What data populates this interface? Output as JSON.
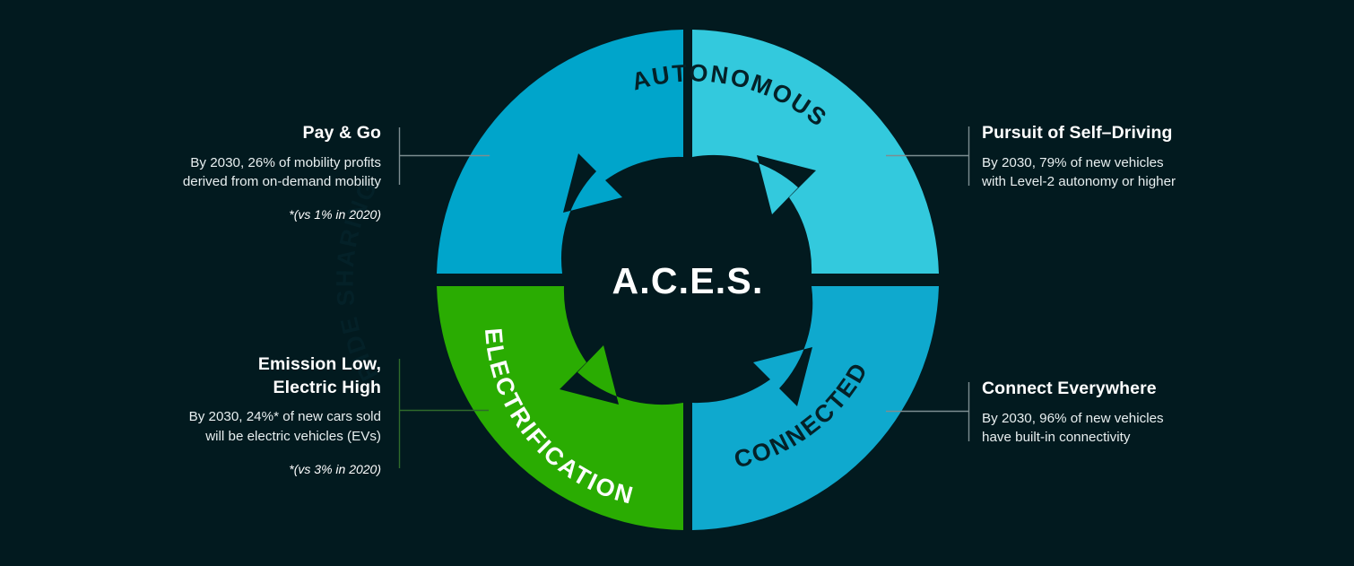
{
  "theme": {
    "background": "#021a1f",
    "ride_sharing_color": "#00a5cb",
    "autonomous_color": "#33c9dd",
    "connected_color": "#0fa9ce",
    "electrification_color": "#2aac02",
    "text_white": "#ffffff",
    "arc_text_dark": "#042128",
    "connector_gray": "#7d8e91",
    "connector_green": "#2f6b2b"
  },
  "diagram": {
    "center_label": "A.C.E.S.",
    "quadrants": [
      {
        "id": "ride-sharing",
        "arc_label": "RIDE SHARING",
        "color": "#00a5cb",
        "label_color": "#042128"
      },
      {
        "id": "autonomous",
        "arc_label": "AUTONOMOUS",
        "color": "#33c9dd",
        "label_color": "#042128"
      },
      {
        "id": "connected",
        "arc_label": "CONNECTED",
        "color": "#0fa9ce",
        "label_color": "#042128"
      },
      {
        "id": "electrification",
        "arc_label": "ELECTRIFICATION",
        "color": "#2aac02",
        "label_color": "#ffffff"
      }
    ]
  },
  "callouts": {
    "pay_and_go": {
      "title": "Pay & Go",
      "body": "By 2030, 26% of mobility profits\nderived from on-demand mobility",
      "note": "*(vs 1% in 2020)"
    },
    "emission_low": {
      "title": "Emission Low,\nElectric High",
      "body": "By 2030, 24%* of new cars sold\nwill be electric vehicles (EVs)",
      "note": "*(vs 3% in 2020)"
    },
    "self_driving": {
      "title": "Pursuit of Self–Driving",
      "body": "By 2030, 79% of new vehicles\nwith Level-2 autonomy or higher",
      "note": ""
    },
    "connect_everywhere": {
      "title": "Connect Everywhere",
      "body": "By 2030, 96% of new vehicles\nhave built-in connectivity",
      "note": ""
    }
  }
}
